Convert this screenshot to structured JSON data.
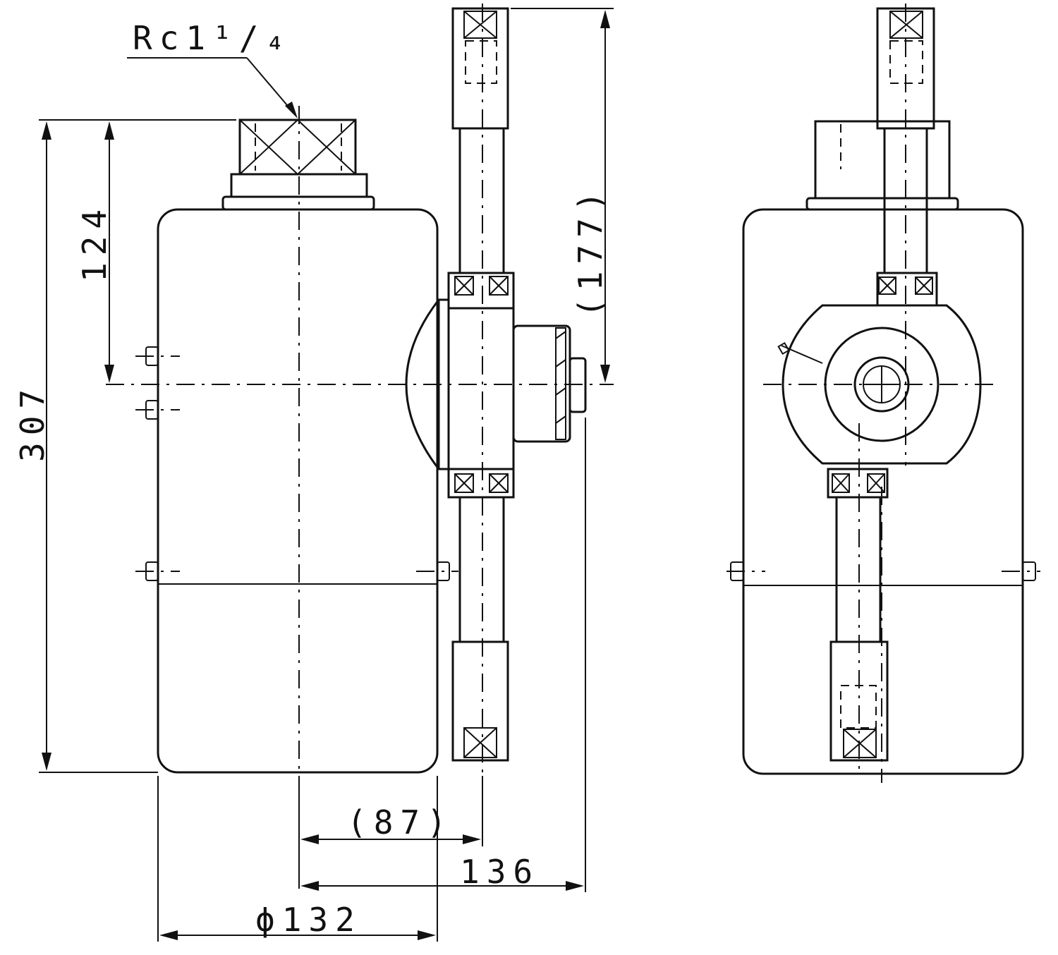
{
  "dimensions": {
    "thread": "Rc1¹/₄",
    "height_total": "307",
    "height_upper": "124",
    "height_shaft": "(177)",
    "offset_shaft": "(87)",
    "width_total": "136",
    "diameter": "ϕ132"
  }
}
